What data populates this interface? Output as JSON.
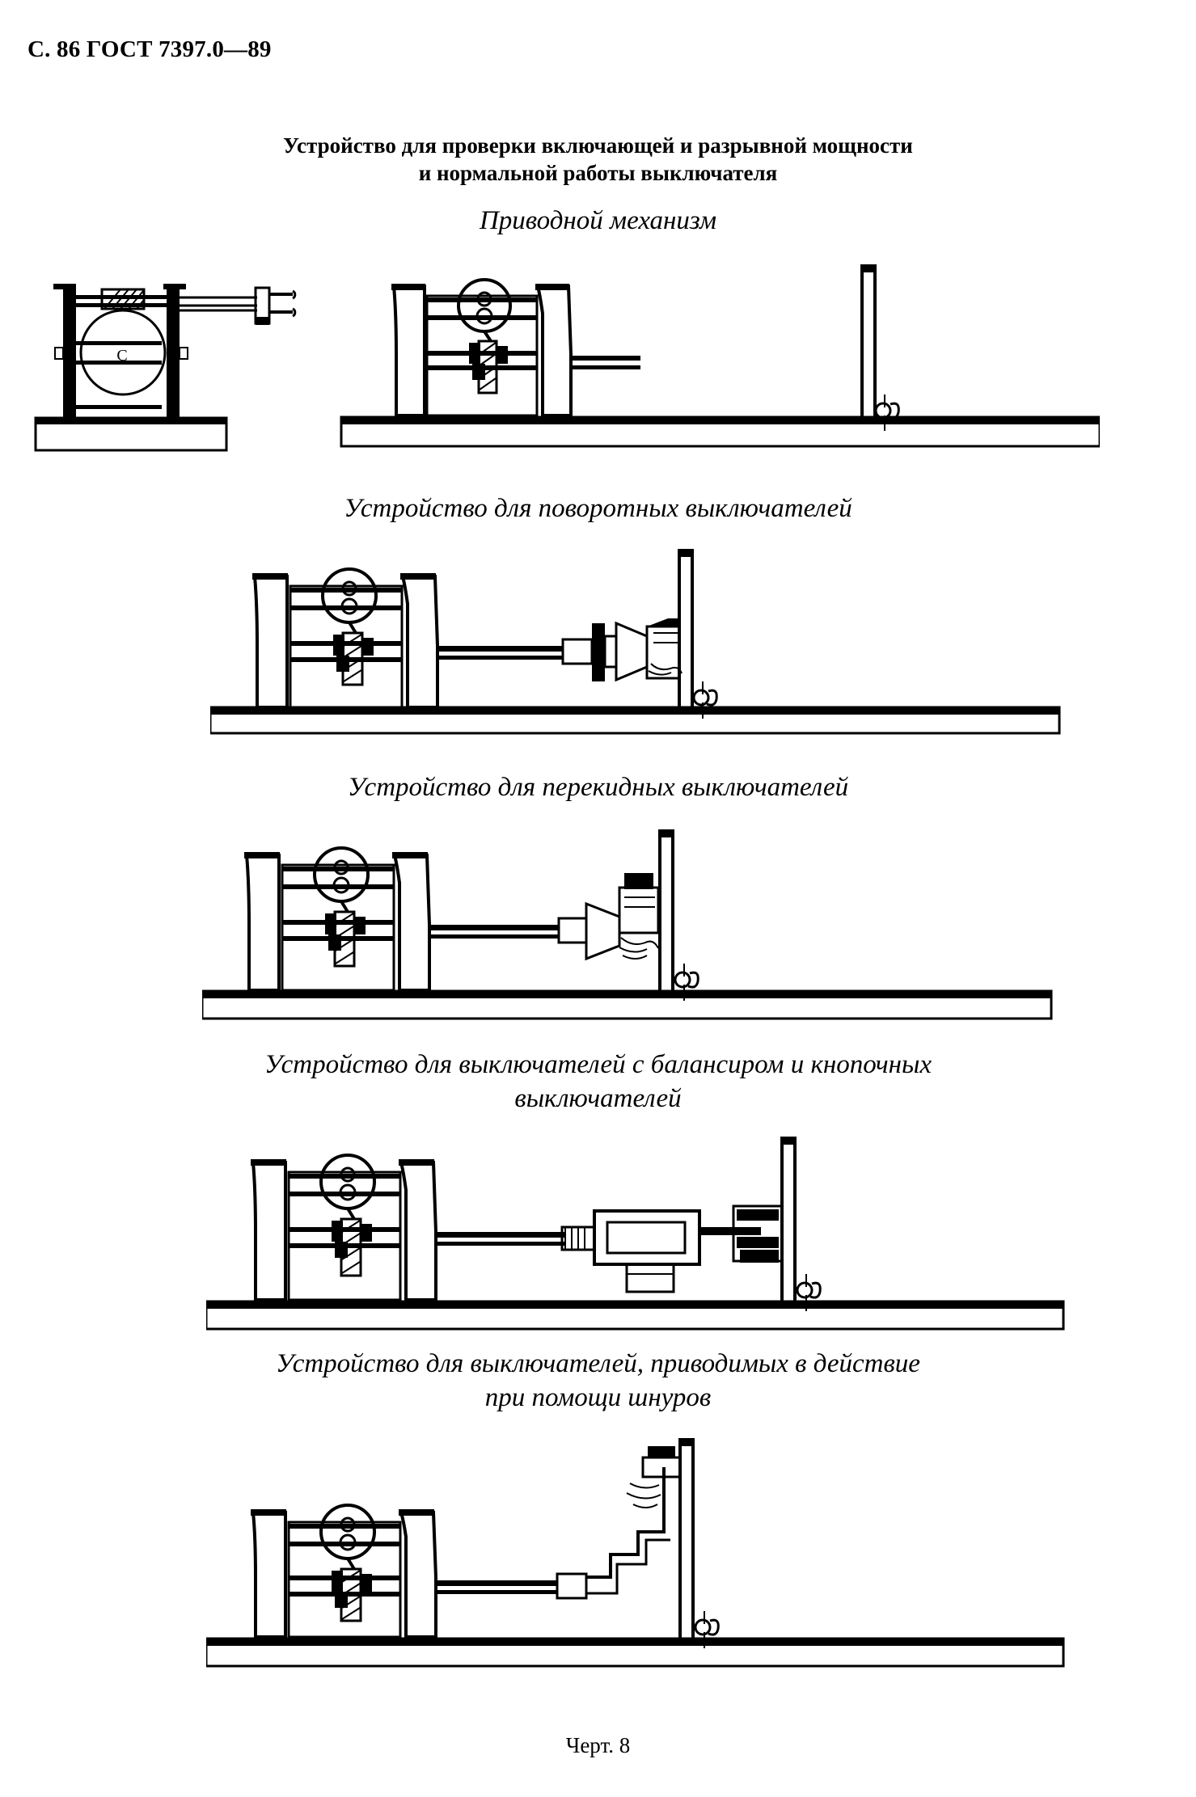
{
  "header": {
    "page_label": "С. 86",
    "standard": "ГОСТ 7397.0—89",
    "full": "С. 86 ГОСТ 7397.0—89"
  },
  "title": {
    "line1": "Устройство для проверки включающей и разрывной мощности",
    "line2": "и нормальной работы выключателя"
  },
  "sections": [
    {
      "id": "drive-mechanism",
      "caption": "Приводной механизм",
      "caption_line2": ""
    },
    {
      "id": "rotary-switches",
      "caption": "Устройство для поворотных выключателей",
      "caption_line2": ""
    },
    {
      "id": "tumbler-switches",
      "caption": "Устройство для перекидных выключателей",
      "caption_line2": ""
    },
    {
      "id": "balance-and-push-button-switches",
      "caption": "Устройство для выключателей с балансиром и кнопочных",
      "caption_line2": "выключателей"
    },
    {
      "id": "cord-operated-switches",
      "caption": "Устройство для выключателей, приводимых в действие",
      "caption_line2": "при помощи шнуров"
    }
  ],
  "drawings": {
    "front_view_label": "C",
    "ink_color": "#000000"
  },
  "figure": {
    "caption": "Черт. 8"
  }
}
